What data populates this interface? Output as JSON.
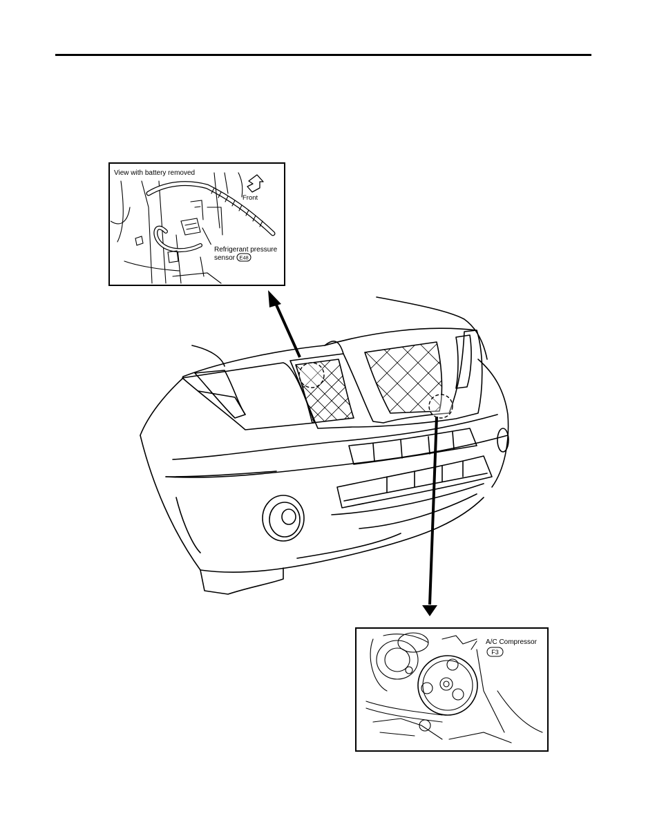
{
  "inset_top": {
    "caption": "View with battery removed",
    "direction_label": "Front",
    "component_line1": "Refrigerant pressure",
    "component_line2": "sensor",
    "connector": "E48"
  },
  "inset_bottom": {
    "component": "A/C Compressor",
    "connector": "F3"
  }
}
